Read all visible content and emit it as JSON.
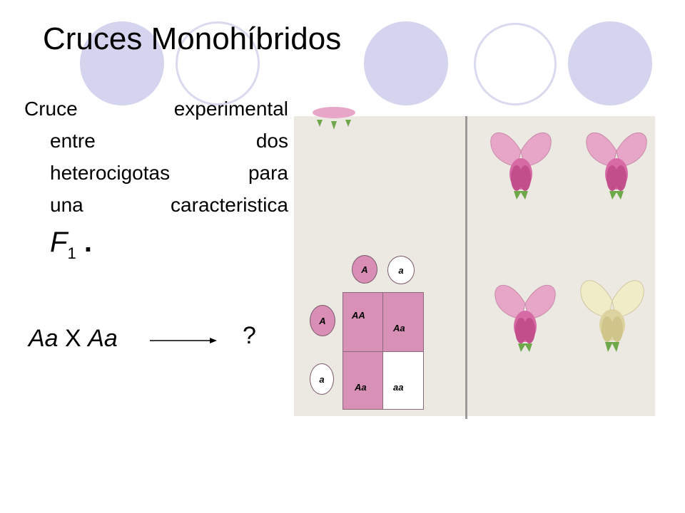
{
  "slide": {
    "title": "Cruces Monohíbridos",
    "body_lines": [
      "Cruce experimental",
      "entre dos",
      "heterocigotas para",
      "una caracteristica"
    ],
    "f1_symbol": "F",
    "f1_subscript": "1",
    "f1_period": ".",
    "cross_left": "Aa",
    "cross_x": "X",
    "cross_right": "Aa",
    "result": "?"
  },
  "punnett": {
    "top_alleles": [
      "A",
      "a"
    ],
    "side_alleles": [
      "A",
      "a"
    ],
    "cells": [
      "AA",
      "Aa",
      "Aa",
      "aa"
    ]
  },
  "colors": {
    "decoration": "#d4d4ee",
    "dominant": "#d890b7",
    "recessive": "#ffffff",
    "flower_pink": "#e7a6c7",
    "flower_white": "#f1ecc8"
  },
  "icons": [
    "pea-flower-icon"
  ]
}
